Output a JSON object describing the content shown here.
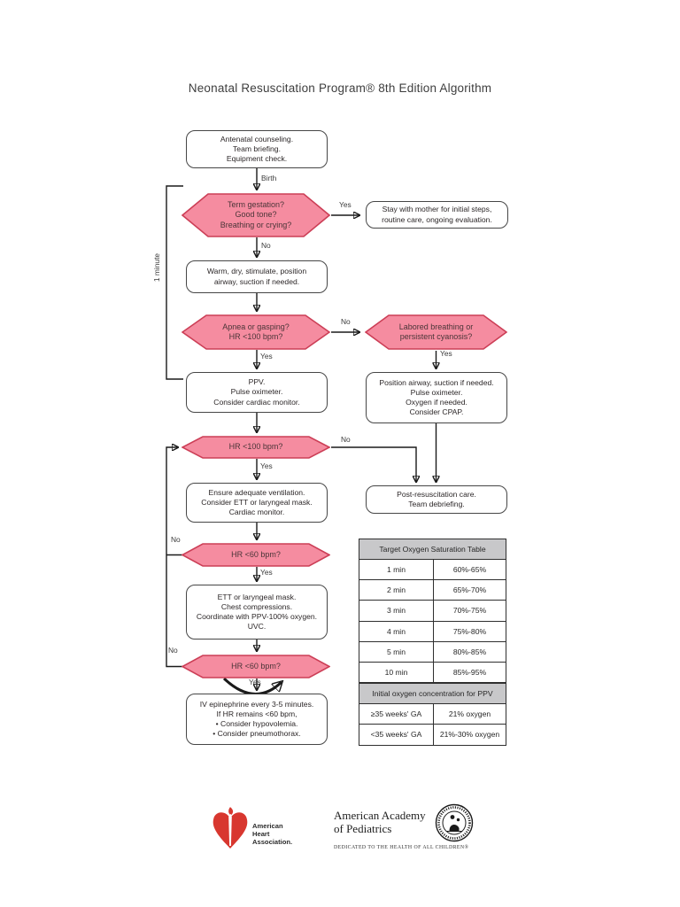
{
  "title": "Neonatal Resuscitation Program® 8th Edition Algorithm",
  "edges": {
    "birth": "Birth",
    "term_yes": "Yes",
    "term_no": "No",
    "apnea_no": "No",
    "apnea_yes": "Yes",
    "labored_yes": "Yes",
    "hr100_no": "No",
    "hr100_yes": "Yes",
    "hr60a_no": "No",
    "hr60a_yes": "Yes",
    "hr60b_no": "No",
    "hr60b_yes": "Yes",
    "one_minute": "1 minute"
  },
  "nodes": {
    "antenatal": "Antenatal counseling.\nTeam briefing.\nEquipment check.",
    "term": "Term gestation?\nGood tone?\nBreathing or crying?",
    "stay": "Stay with mother for initial steps,\nroutine care, ongoing evaluation.",
    "warm": "Warm, dry, stimulate, position\nairway, suction if needed.",
    "apnea": "Apnea or gasping?\nHR <100 bpm?",
    "labored": "Labored breathing or\npersistent cyanosis?",
    "ppv": "PPV.\nPulse oximeter.\nConsider cardiac monitor.",
    "position_airway": "Position airway, suction if needed.\nPulse oximeter.\nOxygen if needed.\nConsider CPAP.",
    "hr100": "HR <100 bpm?",
    "ensure": "Ensure adequate ventilation.\nConsider ETT or laryngeal mask.\nCardiac monitor.",
    "post": "Post-resuscitation care.\nTeam debriefing.",
    "hr60a": "HR <60 bpm?",
    "ett": "ETT or laryngeal mask.\nChest compressions.\nCoordinate with PPV-100% oxygen.\nUVC.",
    "hr60b": "HR <60 bpm?",
    "epinephrine": "IV epinephrine every 3-5 minutes.\nIf HR remains <60 bpm,\n• Consider hypovolemia.\n• Consider pneumothorax."
  },
  "table": {
    "title": "Target Oxygen Saturation Table",
    "rows": [
      {
        "time": "1 min",
        "target": "60%-65%"
      },
      {
        "time": "2 min",
        "target": "65%-70%"
      },
      {
        "time": "3 min",
        "target": "70%-75%"
      },
      {
        "time": "4 min",
        "target": "75%-80%"
      },
      {
        "time": "5 min",
        "target": "80%-85%"
      },
      {
        "time": "10 min",
        "target": "85%-95%"
      }
    ],
    "ppv_title": "Initial oxygen concentration for PPV",
    "ppv_rows": [
      {
        "ga": "≥35 weeks' GA",
        "oxygen": "21% oxygen"
      },
      {
        "ga": "<35 weeks' GA",
        "oxygen": "21%-30% oxygen"
      }
    ]
  },
  "footer": {
    "aha_name": "American\nHeart\nAssociation.",
    "aap_name": "American Academy\nof Pediatrics",
    "aap_tagline": "DEDICATED TO THE HEALTH OF ALL CHILDREN®"
  },
  "colors": {
    "decision_fill": "#F58CA0",
    "decision_border": "#CC3E56",
    "box_border": "#464646",
    "arrow": "#1A1A1A",
    "table_header_bg": "#C8C8CA",
    "aha_red": "#D8372F"
  }
}
